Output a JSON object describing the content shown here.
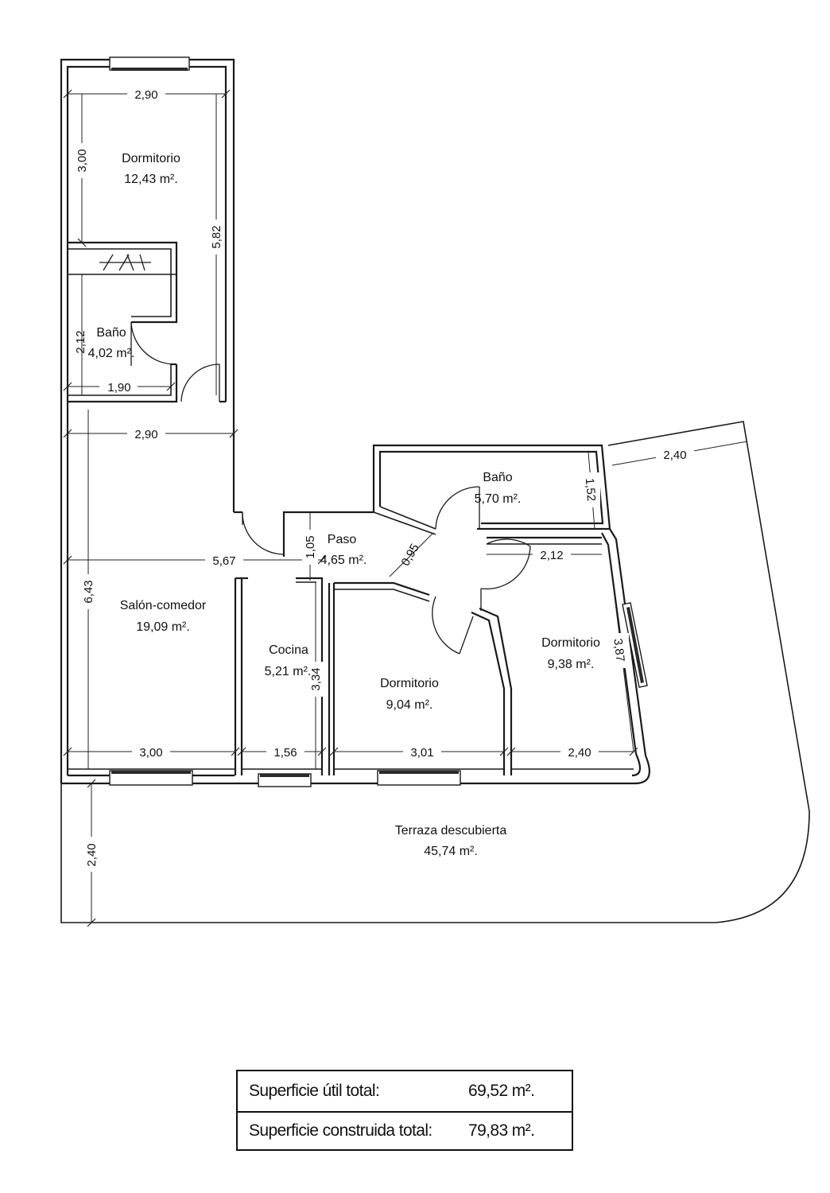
{
  "rooms": [
    {
      "id": "dormitorio-1",
      "name": "Dormitorio",
      "area": "12,43 m²."
    },
    {
      "id": "bano-1",
      "name": "Baño",
      "area": "4,02 m²."
    },
    {
      "id": "salon",
      "name": "Salón-comedor",
      "area": "19,09 m²."
    },
    {
      "id": "cocina",
      "name": "Cocina",
      "area": "5,21 m²."
    },
    {
      "id": "paso",
      "name": "Paso",
      "area": "4,65 m²."
    },
    {
      "id": "bano-2",
      "name": "Baño",
      "area": "5,70 m²."
    },
    {
      "id": "dormitorio-2",
      "name": "Dormitorio",
      "area": "9,04 m²."
    },
    {
      "id": "dormitorio-3",
      "name": "Dormitorio",
      "area": "9,38 m²."
    },
    {
      "id": "terraza",
      "name": "Terraza descubierta",
      "area": "45,74 m²."
    }
  ],
  "dimensions": {
    "d290a": "2,90",
    "d300a": "3,00",
    "d582": "5,82",
    "d212a": "2,12",
    "d190": "1,90",
    "d290b": "2,90",
    "d567": "5,67",
    "d643": "6,43",
    "d105": "1,05",
    "d095": "0,95",
    "d152": "1,52",
    "d240a": "2,40",
    "d212b": "2,12",
    "d387": "3,87",
    "d334": "3,34",
    "d300b": "3,00",
    "d156": "1,56",
    "d301": "3,01",
    "d240b": "2,40",
    "d240c": "2,40"
  },
  "summary": {
    "util_label": "Superficie útil total:",
    "util_value": "69,52 m².",
    "construida_label": "Superficie construida total:",
    "construida_value": "79,83 m²."
  }
}
